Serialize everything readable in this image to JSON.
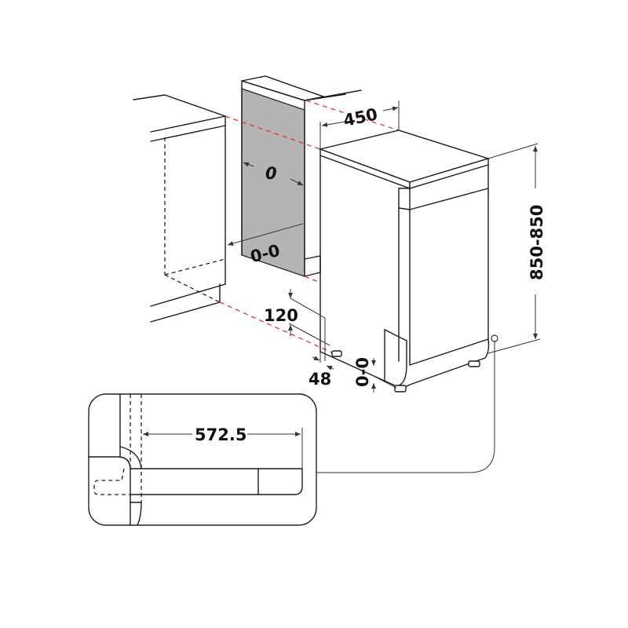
{
  "diagram": {
    "subject": "Freestanding slim dishwasher installation dimensions",
    "colors": {
      "line": "#1a1a1a",
      "guide_dashed": "#e8312f",
      "side_panel_fill": "#b4b4b4",
      "background": "#ffffff"
    },
    "dimensions": {
      "width": "450",
      "side_gap": "0",
      "depth_gap": "0-0",
      "height": "850-850",
      "plinth_height": "120",
      "plinth_recess": "48",
      "feet_adjust": "0-0",
      "detail_depth": "572.5"
    },
    "components": [
      "left-cabinet",
      "side-panel",
      "dishwasher-unit",
      "adjustable-feet",
      "top-view-detail-callout"
    ]
  }
}
